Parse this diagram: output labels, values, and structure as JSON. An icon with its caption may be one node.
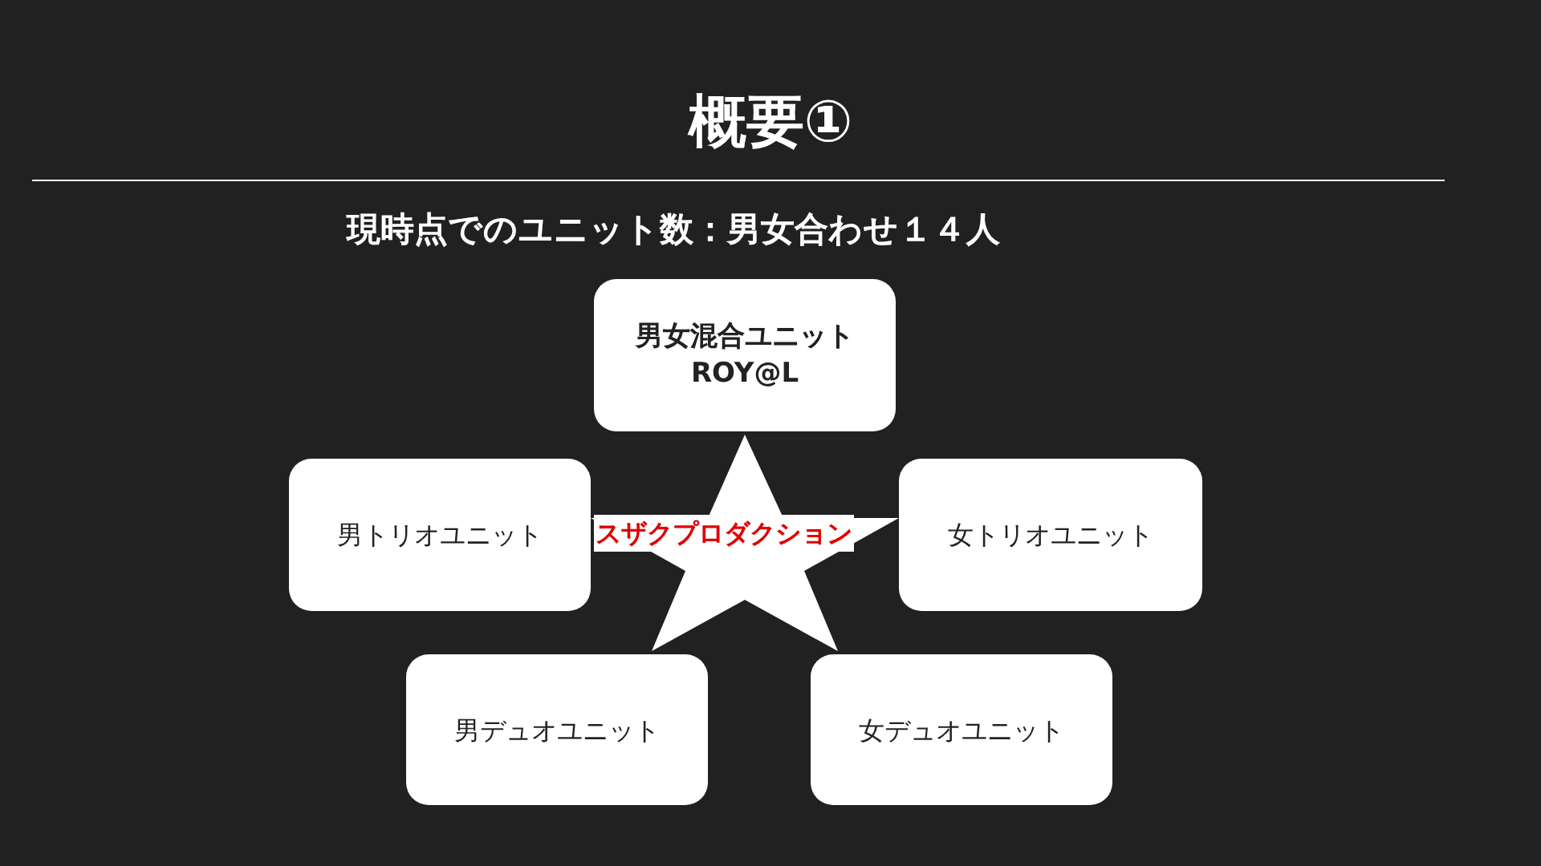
{
  "diagram": {
    "title": "概要①",
    "nodes": [
      {
        "text": [
          "男女混合ユニット",
          "ROY@L"
        ]
      },
      {
        "text": [
          "男トリオユニット"
        ]
      },
      {
        "text": [
          "スザクプロダクション"
        ]
      },
      {
        "text": [
          "女トリオユニット"
        ]
      },
      {
        "text": [
          "男デュオユニット"
        ]
      },
      {
        "text": [
          "女デュオユニット"
        ]
      }
    ],
    "labels": [
      "現時点でのユニット数：男女合わせ１４人"
    ]
  }
}
